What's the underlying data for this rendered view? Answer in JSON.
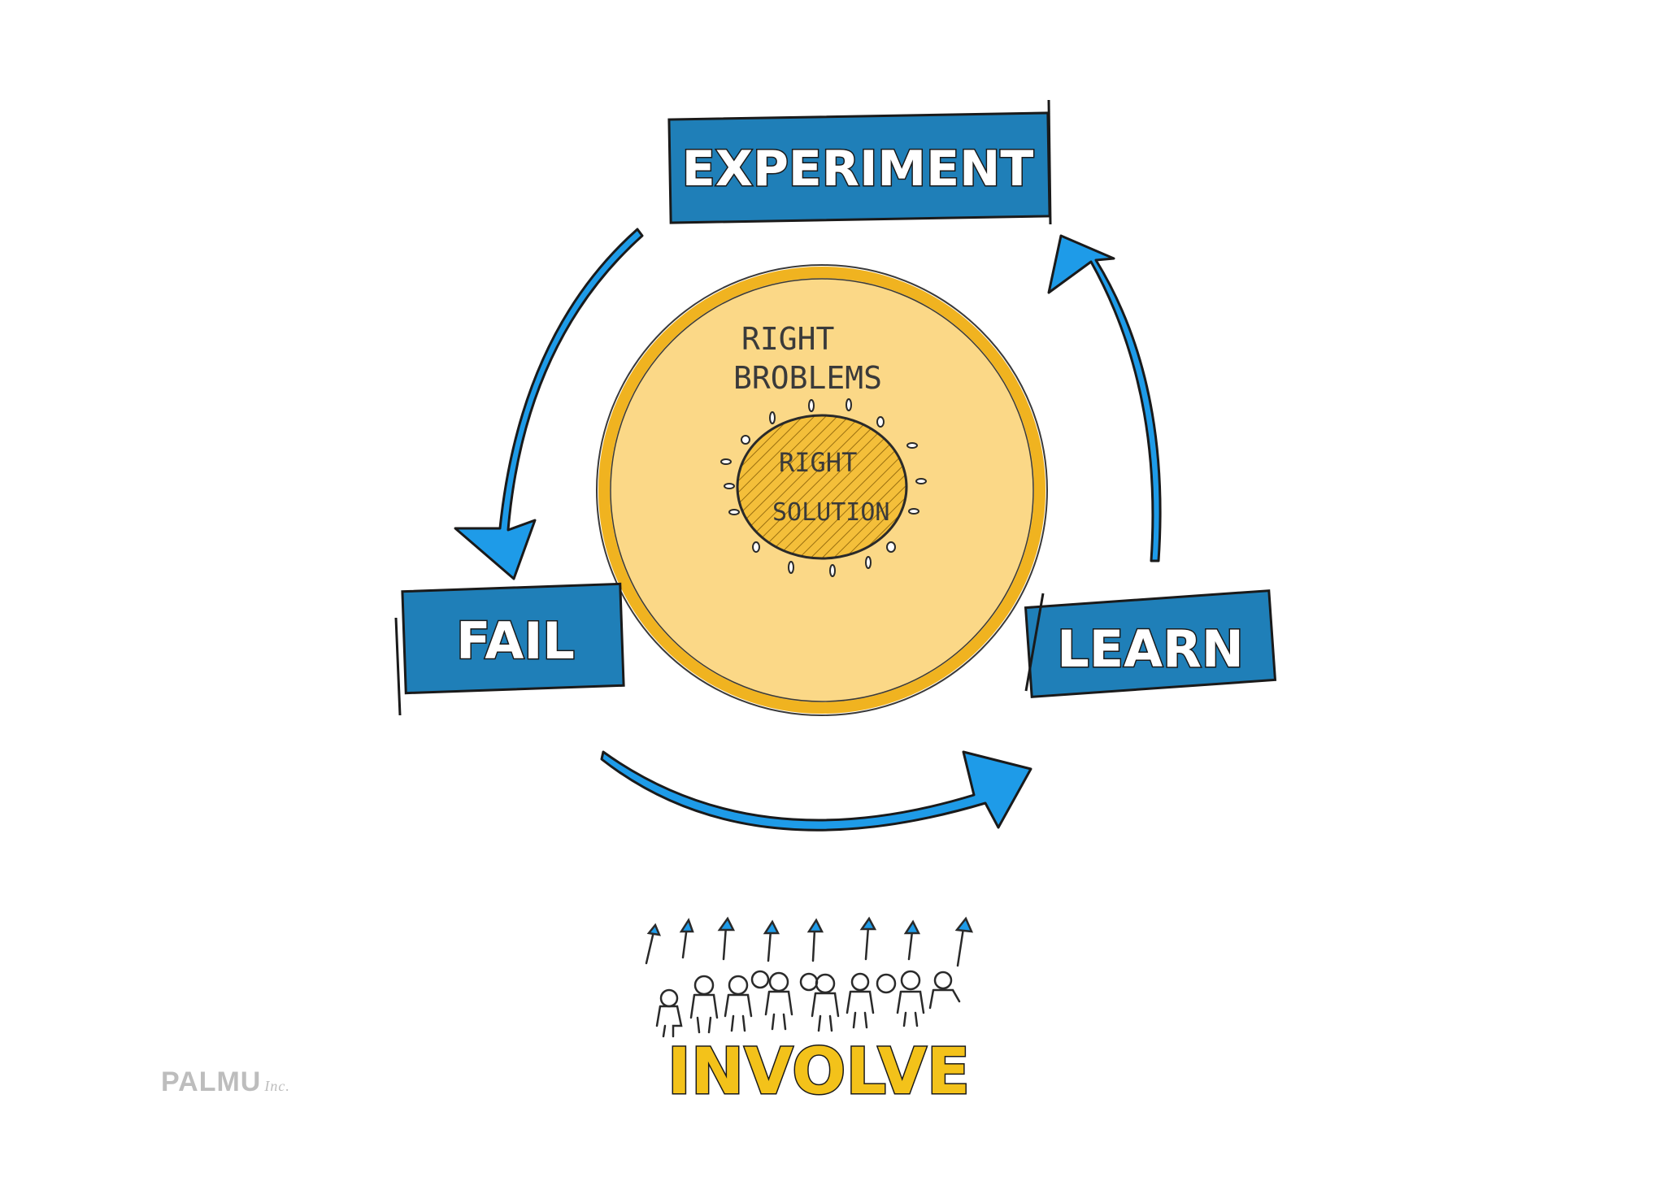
{
  "steps": {
    "experiment": "EXPERIMENT",
    "fail": "FAIL",
    "learn": "LEARN"
  },
  "center": {
    "outer_line1": "RIGHT",
    "outer_line2": "BROBLEMS",
    "inner_line1": "RIGHT",
    "inner_line2": "SOLUTION"
  },
  "involve": {
    "label": "INVOLVE"
  },
  "brand": {
    "name": "PALMU",
    "suffix": "Inc."
  },
  "colors": {
    "box_blue": "#1f7fb8",
    "arrow_blue": "#1e9be8",
    "outer_circle": "#fbd887",
    "outer_ring": "#f0b320",
    "inner_circle": "#f4bf3a",
    "involve_yellow": "#f3c21a"
  }
}
